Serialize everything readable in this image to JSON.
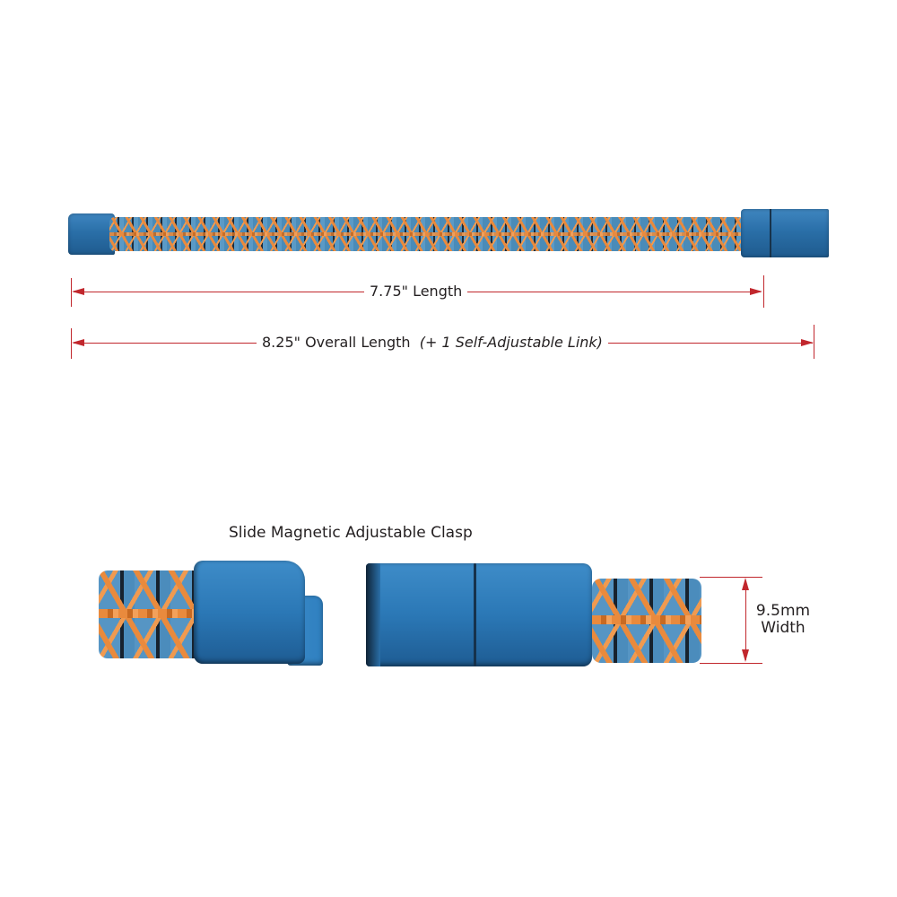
{
  "product_diagram": {
    "top_view": {
      "length_label": "7.75\" Length",
      "overall_length_label": "8.25\" Overall Length",
      "overall_length_note": "(+ 1 Self-Adjustable Link)"
    },
    "detail_view": {
      "clasp_title": "Slide Magnetic Adjustable Clasp",
      "width_value": "9.5mm",
      "width_label": "Width"
    },
    "colors": {
      "dimension_line": "#c1272d",
      "clasp_blue": "#2a6fa8",
      "cord_orange": "#e98a3d",
      "text": "#231f20"
    }
  }
}
